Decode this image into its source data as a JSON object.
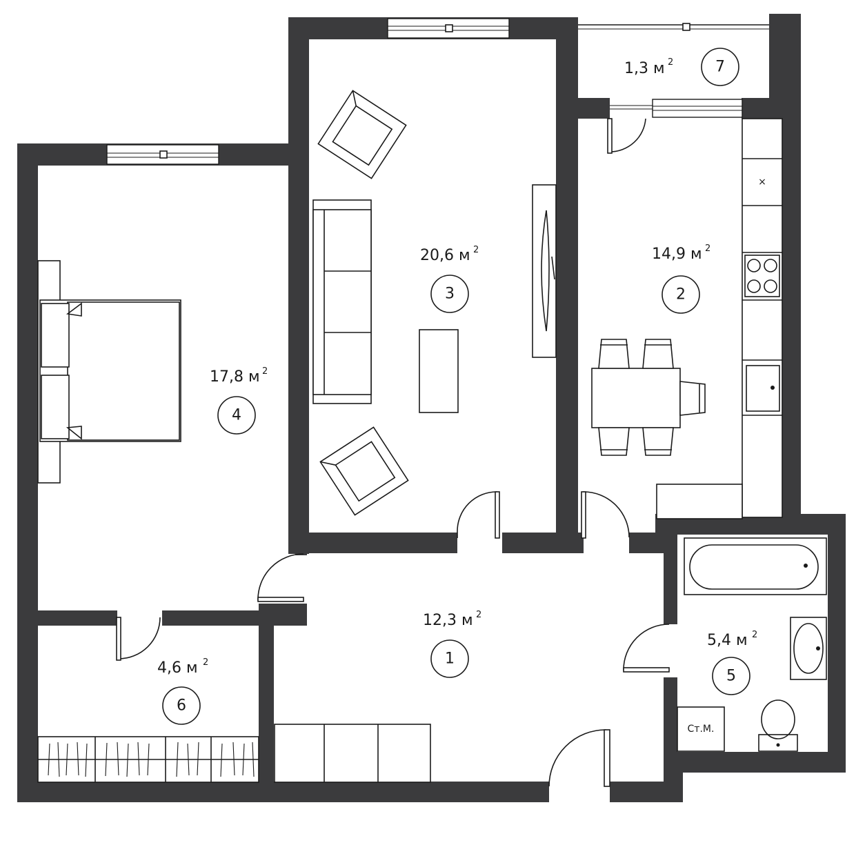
{
  "plan": {
    "wall_color": "#3b3b3d",
    "line_color": "#1a1a1a",
    "area_unit": "м",
    "area_unit_power": "2",
    "rooms": [
      {
        "number": "1",
        "area": "12,3"
      },
      {
        "number": "2",
        "area": "14,9"
      },
      {
        "number": "3",
        "area": "20,6"
      },
      {
        "number": "4",
        "area": "17,8"
      },
      {
        "number": "5",
        "area": "5,4"
      },
      {
        "number": "6",
        "area": "4,6"
      },
      {
        "number": "7",
        "area": "1,3"
      }
    ],
    "washing_machine_label": "Ст.М.",
    "stove_symbol": "×"
  }
}
